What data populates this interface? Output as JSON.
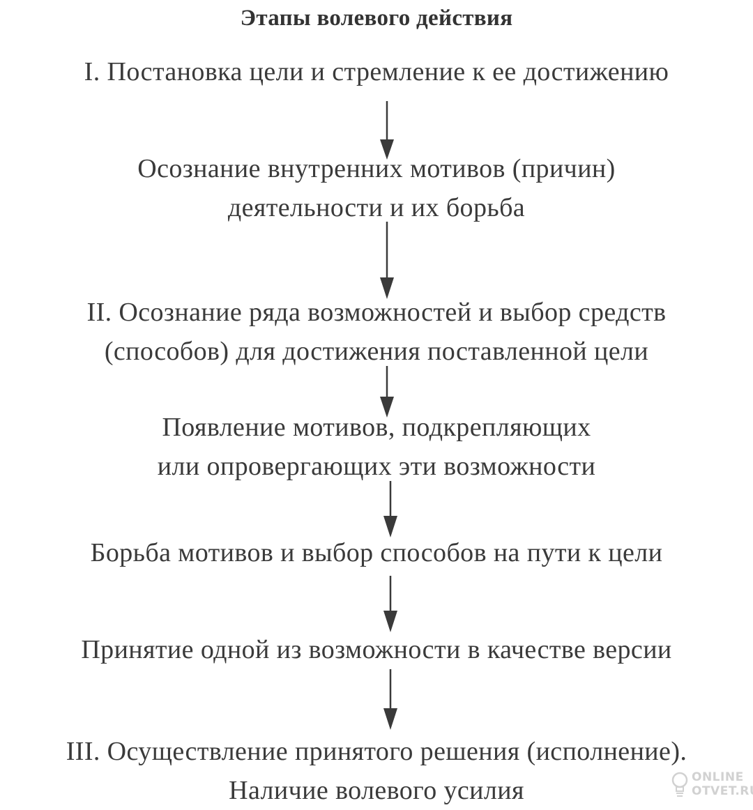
{
  "title": "Этапы волевого действия",
  "steps": [
    {
      "lines": [
        "I. Постановка цели и стремление к ее достижению"
      ]
    },
    {
      "lines": [
        "Осознание внутренних мотивов (причин)",
        "деятельности и их борьба"
      ]
    },
    {
      "lines": [
        "II. Осознание ряда возможностей и выбор средств",
        "(способов) для достижения поставленной цели"
      ]
    },
    {
      "lines": [
        "Появление мотивов, подкрепляющих",
        "или опровергающих эти возможности"
      ]
    },
    {
      "lines": [
        "Борьба мотивов и выбор способов на пути к цели"
      ]
    },
    {
      "lines": [
        "Принятие одной из возможности в качестве версии"
      ]
    },
    {
      "lines": [
        "III. Осуществление принятого решения (исполнение).",
        "Наличие волевого усилия"
      ]
    }
  ],
  "watermark": {
    "line1": "ONLINE",
    "line2": "OTVET.RU",
    "icon": "lightbulb-icon"
  },
  "colors": {
    "text": "#3a3a3a",
    "arrow": "#3a3a3a",
    "watermark": "#9a9a9a"
  }
}
